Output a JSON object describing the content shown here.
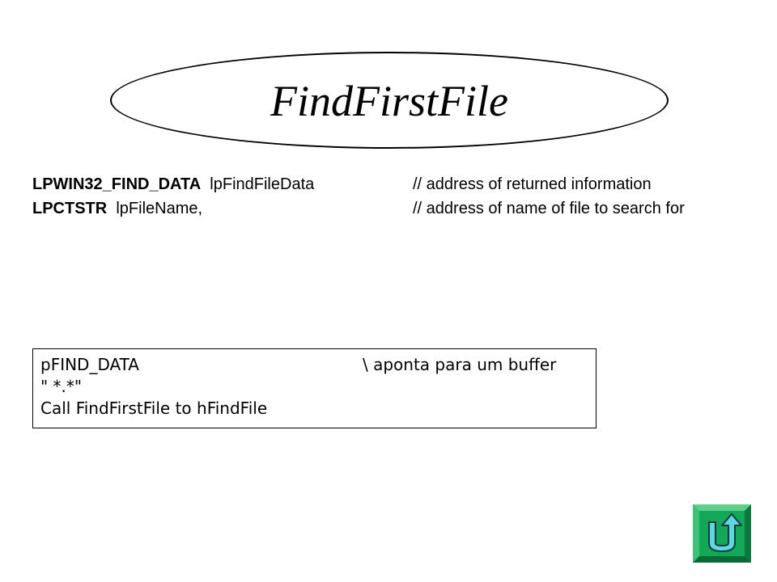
{
  "slide": {
    "title": "FindFirstFile",
    "params": [
      {
        "type": "LPWIN32_FIND_DATA",
        "name": "lpFindFileData",
        "comment": "// address of returned information"
      },
      {
        "type": "LPCTSTR",
        "name": "lpFileName,",
        "comment": "// address of name of file to search for"
      }
    ],
    "code_box": {
      "line1": "pFIND_DATA",
      "line1_comment": "\\ aponta para um buffer",
      "line2": "\" *.*\"",
      "line3": "Call FindFirstFile to hFindFile"
    }
  },
  "nav": {
    "return_icon": "u-turn-return-icon",
    "colors": {
      "button_face": "#13a858",
      "button_border": "#0b6b37",
      "arrow": "#5fd6e0"
    }
  }
}
